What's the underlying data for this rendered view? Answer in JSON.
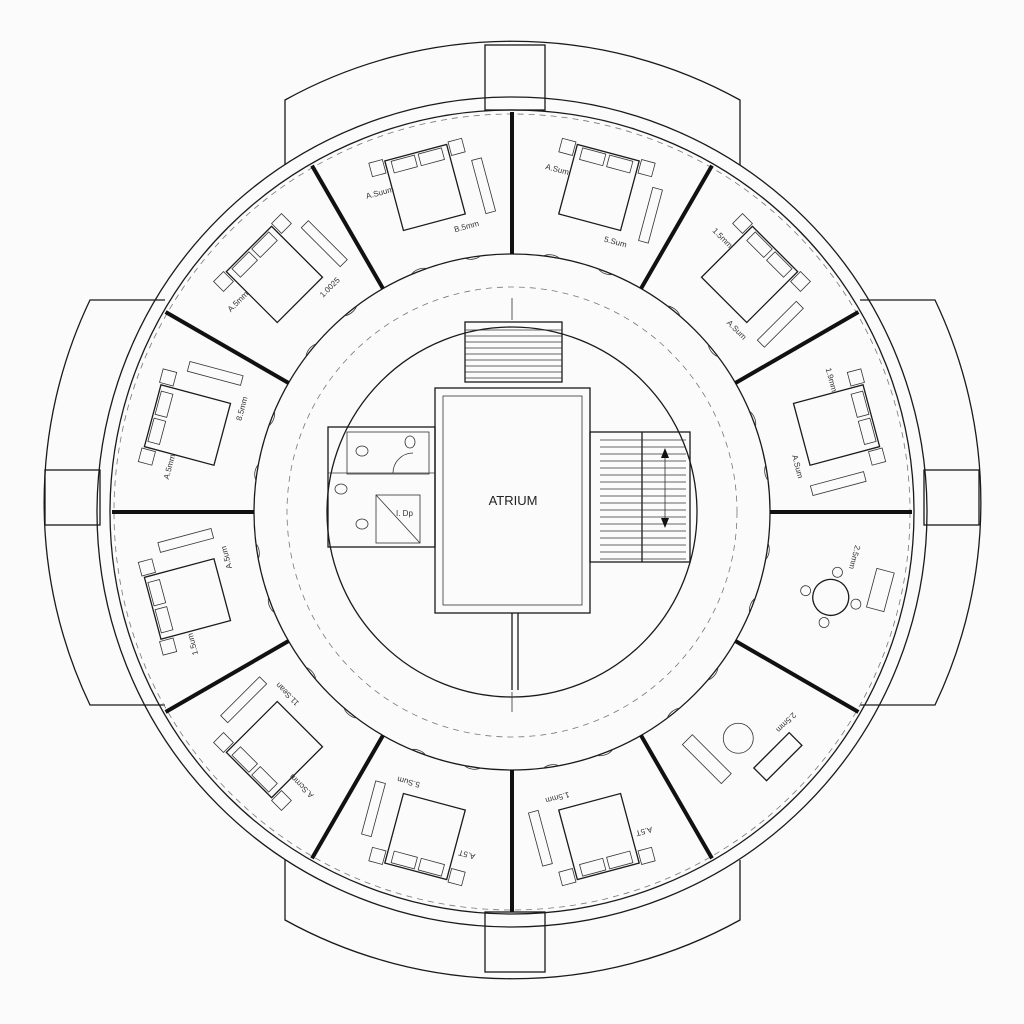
{
  "center_label": "ATRIUM",
  "restroom_label": "I. Dp",
  "colors": {
    "background": "#fbfbfb",
    "line": "#1a1a1a",
    "dashed": "#777777"
  },
  "sectors": [
    {
      "use": "bedroom",
      "labels": [
        "1.9mm",
        "A.Sum"
      ]
    },
    {
      "use": "bedroom",
      "labels": [
        "1.5mm",
        "A.Sum"
      ]
    },
    {
      "use": "bedroom",
      "labels": [
        "A.Sum",
        "5.Sum"
      ]
    },
    {
      "use": "bedroom",
      "labels": [
        "A.Suum",
        "B.5mm"
      ]
    },
    {
      "use": "bedroom",
      "labels": [
        "A.5mm",
        "1.0025"
      ]
    },
    {
      "use": "bedroom",
      "labels": [
        "A.5mm",
        "8.5mm"
      ]
    },
    {
      "use": "bedroom",
      "labels": [
        "1.5um",
        "A.5um"
      ]
    },
    {
      "use": "bedroom",
      "labels": [
        "A.Scmm",
        "11.Sean"
      ]
    },
    {
      "use": "bedroom",
      "labels": [
        "A.5T",
        "5.Sum"
      ]
    },
    {
      "use": "bedroom",
      "labels": [
        "A.5T",
        "1.5mm"
      ]
    },
    {
      "use": "living",
      "labels": [
        "2.5mm"
      ]
    },
    {
      "use": "dining",
      "labels": [
        "2.5mm"
      ]
    }
  ]
}
